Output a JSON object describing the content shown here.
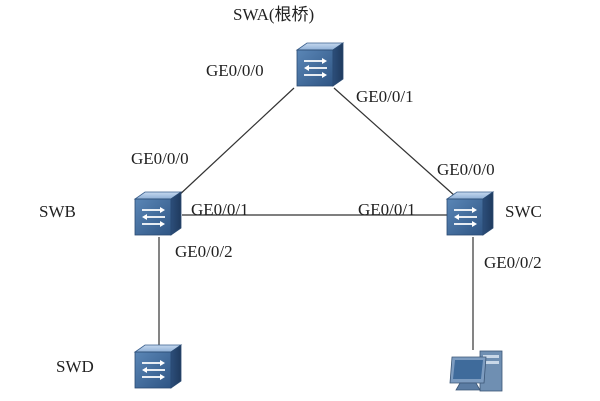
{
  "diagram": {
    "title": "SWA(根桥)",
    "nodes": {
      "swa": {
        "icon": "switch-icon"
      },
      "swb": {
        "label": "SWB",
        "icon": "switch-icon"
      },
      "swc": {
        "label": "SWC",
        "icon": "switch-icon"
      },
      "swd": {
        "label": "SWD",
        "icon": "switch-icon"
      },
      "pc": {
        "icon": "desktop-computer-icon"
      }
    },
    "ports": {
      "swa_to_swb": "GE0/0/0",
      "swa_to_swc": "GE0/0/1",
      "swb_to_swa": "GE0/0/0",
      "swb_to_swc": "GE0/0/1",
      "swb_to_swd": "GE0/0/2",
      "swc_to_swa": "GE0/0/0",
      "swc_to_swb": "GE0/0/1",
      "swc_to_pc": "GE0/0/2"
    },
    "colors": {
      "switch_body": "#3f6a99",
      "switch_top": "#9bbadc",
      "link": "#333333"
    }
  }
}
